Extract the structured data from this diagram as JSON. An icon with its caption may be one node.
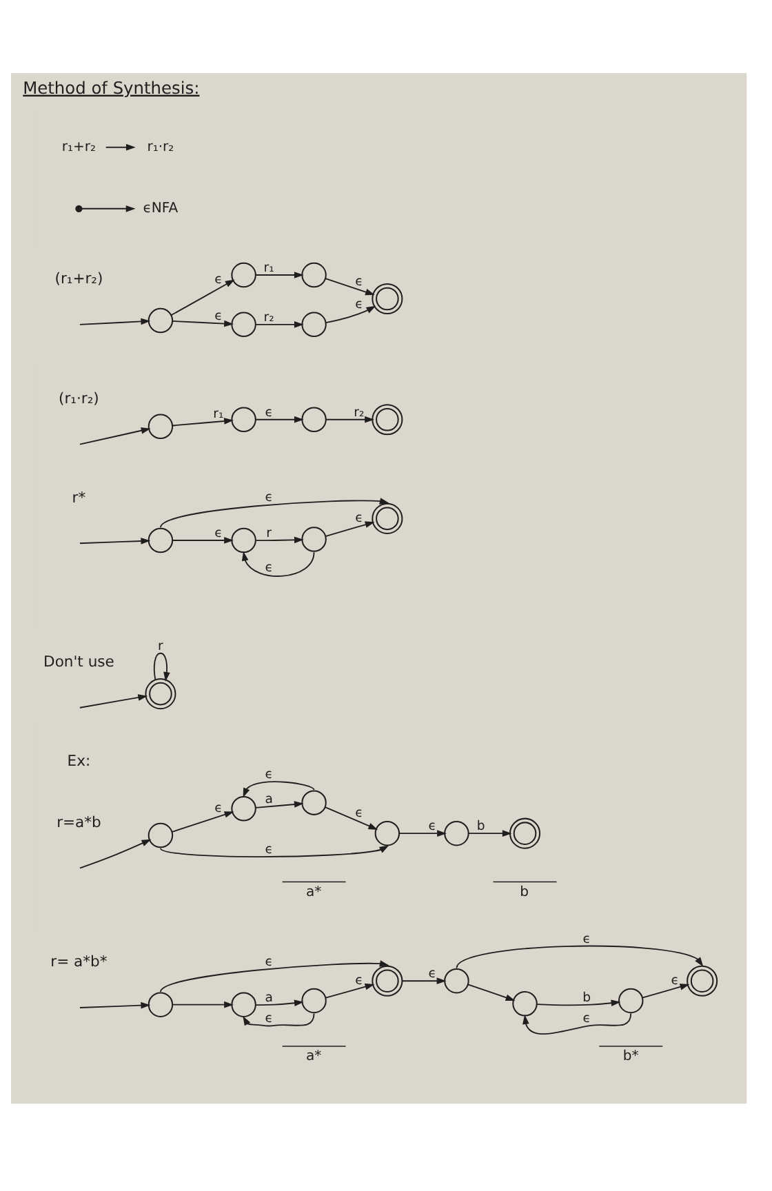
{
  "diagram": {
    "title": "Method of Synthesis:",
    "nodes": [
      {
        "text": [
          "r₁+r₂"
        ]
      },
      {
        "text": [
          "r₁·r₂"
        ]
      },
      {
        "text": [],
        "shape": "dot"
      },
      {
        "text": [
          "ϵNFA"
        ]
      },
      {
        "text": [],
        "shape": "circle"
      },
      {
        "text": [],
        "shape": "circle"
      },
      {
        "text": [],
        "shape": "circle"
      },
      {
        "text": [],
        "shape": "circle"
      },
      {
        "text": [],
        "shape": "circle"
      },
      {
        "text": [],
        "shape": "doublecircle"
      },
      {
        "text": [],
        "shape": "circle"
      },
      {
        "text": [],
        "shape": "circle"
      },
      {
        "text": [],
        "shape": "circle"
      },
      {
        "text": [],
        "shape": "doublecircle"
      },
      {
        "text": [],
        "shape": "circle"
      },
      {
        "text": [],
        "shape": "circle"
      },
      {
        "text": [],
        "shape": "circle"
      },
      {
        "text": [],
        "shape": "doublecircle"
      },
      {
        "text": [],
        "shape": "doublecircle"
      },
      {
        "text": [],
        "shape": "circle"
      },
      {
        "text": [],
        "shape": "circle"
      },
      {
        "text": [],
        "shape": "circle"
      },
      {
        "text": [],
        "shape": "circle"
      },
      {
        "text": [],
        "shape": "circle"
      },
      {
        "text": [],
        "shape": "doublecircle"
      },
      {
        "text": [],
        "shape": "circle"
      },
      {
        "text": [],
        "shape": "circle"
      },
      {
        "text": [],
        "shape": "circle"
      },
      {
        "text": [],
        "shape": "doublecircle"
      },
      {
        "text": [],
        "shape": "circle"
      },
      {
        "text": [],
        "shape": "circle"
      },
      {
        "text": [],
        "shape": "circle"
      },
      {
        "text": [],
        "shape": "doublecircle"
      }
    ],
    "edges": [
      {
        "from": 0,
        "to": 1,
        "arrow": "to"
      },
      {
        "from": 2,
        "to": 3,
        "arrow": "to"
      },
      {
        "from": null,
        "to": 4,
        "arrow": "to"
      },
      {
        "from": 4,
        "to": 5,
        "label": "ϵ",
        "arrow": "to"
      },
      {
        "from": 5,
        "to": 7,
        "label": "r₁",
        "arrow": "to"
      },
      {
        "from": 7,
        "to": 9,
        "label": "ϵ",
        "arrow": "to"
      },
      {
        "from": 4,
        "to": 6,
        "label": "ϵ",
        "arrow": "to"
      },
      {
        "from": 6,
        "to": 8,
        "label": "r₂",
        "arrow": "to"
      },
      {
        "from": 8,
        "to": 9,
        "label": "ϵ",
        "arrow": "to"
      },
      {
        "from": null,
        "to": 10,
        "arrow": "to"
      },
      {
        "from": 10,
        "to": 11,
        "label": "r₁",
        "arrow": "to"
      },
      {
        "from": 11,
        "to": 12,
        "label": "ϵ",
        "arrow": "to"
      },
      {
        "from": 12,
        "to": 13,
        "label": "r₂",
        "arrow": "to"
      },
      {
        "from": null,
        "to": 14,
        "arrow": "to"
      },
      {
        "from": 14,
        "to": 17,
        "label": "ϵ",
        "arrow": "to"
      },
      {
        "from": 14,
        "to": 15,
        "label": "ϵ",
        "arrow": "to"
      },
      {
        "from": 15,
        "to": 16,
        "label": "r",
        "arrow": "to"
      },
      {
        "from": 16,
        "to": 17,
        "label": "ϵ",
        "arrow": "to"
      },
      {
        "from": 16,
        "to": 15,
        "label": "ϵ",
        "arrow": "to"
      },
      {
        "from": null,
        "to": 18,
        "arrow": "to"
      },
      {
        "from": 18,
        "to": 18,
        "label": "r",
        "arrow": "to"
      },
      {
        "from": null,
        "to": 19,
        "arrow": "to"
      },
      {
        "from": 19,
        "to": 20,
        "label": "ϵ",
        "arrow": "to"
      },
      {
        "from": 20,
        "to": 21,
        "label": "a",
        "arrow": "to"
      },
      {
        "from": 21,
        "to": 20,
        "label": "ϵ",
        "arrow": "to"
      },
      {
        "from": 21,
        "to": 22,
        "label": "ϵ",
        "arrow": "to"
      },
      {
        "from": 19,
        "to": 22,
        "label": "ϵ",
        "arrow": "to"
      },
      {
        "from": 22,
        "to": 23,
        "label": "ϵ",
        "arrow": "to"
      },
      {
        "from": 23,
        "to": 24,
        "label": "b",
        "arrow": "to"
      },
      {
        "from": null,
        "to": 25,
        "arrow": "to"
      },
      {
        "from": 25,
        "to": 28,
        "label": "ϵ",
        "arrow": "to"
      },
      {
        "from": 25,
        "to": 26,
        "arrow": "to"
      },
      {
        "from": 26,
        "to": 27,
        "label": "a",
        "arrow": "to"
      },
      {
        "from": 27,
        "to": 26,
        "label": "ϵ",
        "arrow": "to"
      },
      {
        "from": 27,
        "to": 28,
        "label": "ϵ",
        "arrow": "to"
      },
      {
        "from": 28,
        "to": 29,
        "label": "ϵ",
        "arrow": "to"
      },
      {
        "from": 29,
        "to": 32,
        "label": "ϵ",
        "arrow": "to"
      },
      {
        "from": 29,
        "to": 30,
        "arrow": "to"
      },
      {
        "from": 30,
        "to": 31,
        "label": "b",
        "arrow": "to"
      },
      {
        "from": 31,
        "to": 30,
        "label": "ϵ",
        "arrow": "to"
      },
      {
        "from": 31,
        "to": 32,
        "label": "ϵ",
        "arrow": "to"
      }
    ],
    "labels": [
      "(r₁+r₂)",
      "(r₁·r₂)",
      "r*",
      "Don't use",
      "Ex:",
      "r=a*b",
      "a*",
      "b",
      "r= a*b*",
      "a*",
      "b*"
    ]
  }
}
